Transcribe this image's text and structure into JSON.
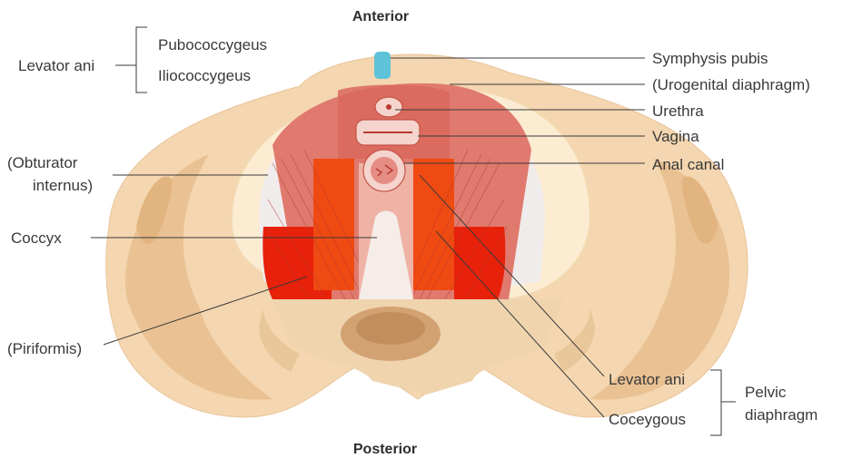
{
  "orientation": {
    "top": "Anterior",
    "bottom": "Posterior"
  },
  "left_labels": {
    "group_levator_ani": "Levator ani",
    "pubococcygeus": "Pubococcygeus",
    "iliococcygeus": "Iliococcygeus",
    "obturator_line1": "(Obturator",
    "obturator_line2": "internus)",
    "coccyx": "Coccyx",
    "piriformis": "(Piriformis)"
  },
  "right_labels": {
    "symphysis_pubis": "Symphysis pubis",
    "urogenital_diaphragm": "(Urogenital diaphragm)",
    "urethra": "Urethra",
    "vagina": "Vagina",
    "anal_canal": "Anal canal",
    "levator_ani": "Levator ani",
    "coccygeus": "Coceygous",
    "pelvic_diaphragm_line1": "Pelvic",
    "pelvic_diaphragm_line2": "diaphragm"
  },
  "colors": {
    "bone": "#f4d6b0",
    "bone_shadow": "#e2b47f",
    "muscle_pink": "#e07a6e",
    "muscle_red": "#e8210b",
    "muscle_orange": "#ef4a12",
    "symphysis": "#5ec3d8",
    "fascia_white": "#f1ecec"
  }
}
